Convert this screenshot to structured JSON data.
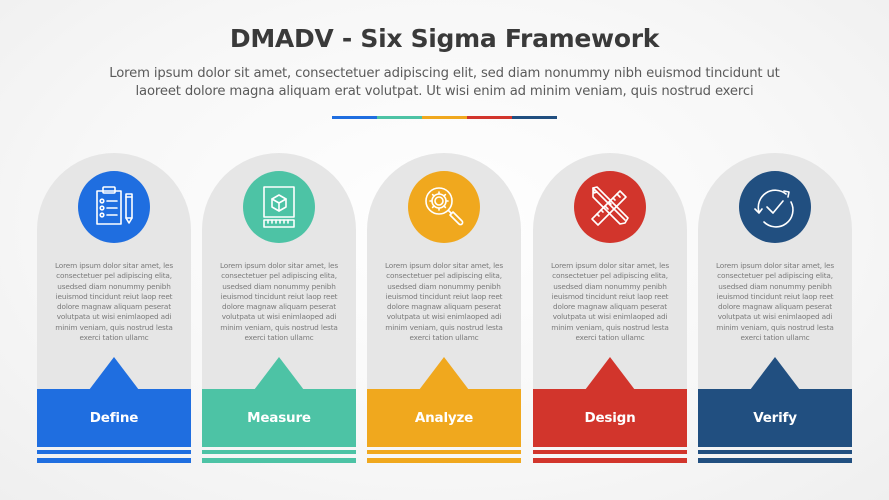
{
  "header": {
    "title": "DMADV - Six Sigma Framework",
    "subtitle_line1": "Lorem ipsum dolor sit amet, consectetuer adipiscing elit, sed diam nonummy nibh euismod tincidunt ut",
    "subtitle_line2": "laoreet dolore magna aliquam erat volutpat. Ut wisi enim ad minim veniam, quis nostrud exerci"
  },
  "colors": {
    "define": "#1f6ee0",
    "measure": "#4dc3a5",
    "analyze": "#f0a81e",
    "design": "#d2352c",
    "verify": "#214f80",
    "card_bg": "#e6e6e6",
    "title": "#3a3a3a"
  },
  "divider": [
    "#1f6ee0",
    "#4dc3a5",
    "#f0a81e",
    "#d2352c",
    "#214f80"
  ],
  "steps": [
    {
      "label": "Define",
      "icon": "clipboard-checklist-pencil-icon",
      "text": "Lorem ipsum dolor sitar amet, les consectetuer pel adipiscing elita, usedsed diam nonummy penibh ieuismod tincidunt reiut laop reet dolore magnaw aliquam peserat volutpata ut wisi enimlaoped adi minim veniam, quis nostrud lesta exerci tation ullamc",
      "color": "#1f6ee0"
    },
    {
      "label": "Measure",
      "icon": "cube-ruler-icon",
      "text": "Lorem ipsum dolor sitar amet, les consectetuer pel adipiscing elita, usedsed diam nonummy penibh ieuismod tincidunt reiut laop reet dolore magnaw aliquam peserat volutpata ut wisi enimlaoped adi minim veniam, quis nostrud lesta exerci tation ullamc",
      "color": "#4dc3a5"
    },
    {
      "label": "Analyze",
      "icon": "magnifier-gear-icon",
      "text": "Lorem ipsum dolor sitar amet, les consectetuer pel adipiscing elita, usedsed diam nonummy penibh ieuismod tincidunt reiut laop reet dolore magnaw aliquam peserat volutpata ut wisi enimlaoped adi minim veniam, quis nostrud lesta exerci tation ullamc",
      "color": "#f0a81e"
    },
    {
      "label": "Design",
      "icon": "pencil-ruler-cross-icon",
      "text": "Lorem ipsum dolor sitar amet, les consectetuer pel adipiscing elita, usedsed diam nonummy penibh ieuismod tincidunt reiut laop reet dolore magnaw aliquam peserat volutpata ut wisi enimlaoped adi minim veniam, quis nostrud lesta exerci tation ullamc",
      "color": "#d2352c"
    },
    {
      "label": "Verify",
      "icon": "check-cycle-icon",
      "text": "Lorem ipsum dolor sitar amet, les consectetuer pel adipiscing elita, usedsed diam nonummy penibh ieuismod tincidunt reiut laop reet dolore magnaw aliquam peserat volutpata ut wisi enimlaoped adi minim veniam, quis nostrud lesta exerci tation ullamc",
      "color": "#214f80"
    }
  ]
}
